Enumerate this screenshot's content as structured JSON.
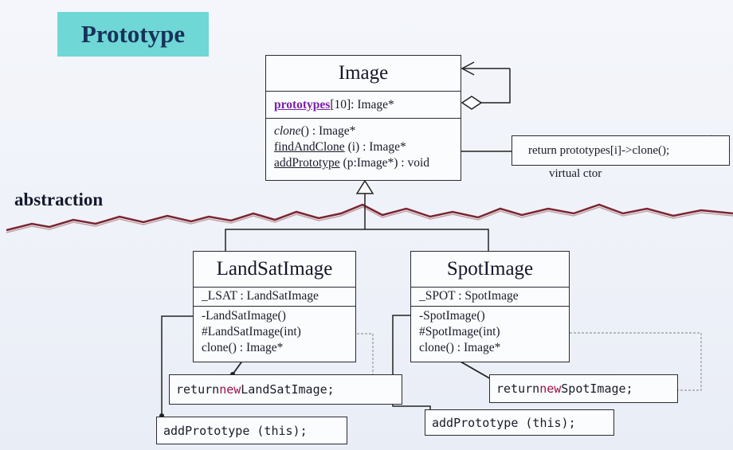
{
  "title": "Prototype",
  "abstraction_label": "abstraction",
  "image_class": {
    "name": "Image",
    "attribute": {
      "name": "prototypes",
      "rest": "[10]: Image*"
    },
    "methods": [
      {
        "name": "clone",
        "rest": "() : Image*"
      },
      {
        "name": "findAndClone",
        "rest": " (i) : Image*"
      },
      {
        "name": "addPrototype",
        "rest": " (p:Image*) : void"
      }
    ]
  },
  "virtual_ctor": {
    "code": "return prototypes[i]->clone();",
    "label": "virtual ctor"
  },
  "landsat_class": {
    "name": "LandSatImage",
    "attribute": "_LSAT : LandSatImage",
    "methods": [
      "-LandSatImage()",
      "#LandSatImage(int)",
      "clone() : Image*"
    ]
  },
  "spot_class": {
    "name": "SpotImage",
    "attribute": "_SPOT : SpotImage",
    "methods": [
      "-SpotImage()",
      "#SpotImage(int)",
      "clone() : Image*"
    ]
  },
  "notes": {
    "landsat_return": {
      "kw1": "return ",
      "kw2": "new",
      "rest": " LandSatImage;"
    },
    "spot_return": {
      "kw1": "return ",
      "kw2": "new",
      "rest": " SpotImage;"
    },
    "landsat_add": "addPrototype (this);",
    "spot_add": "addPrototype (this);"
  }
}
